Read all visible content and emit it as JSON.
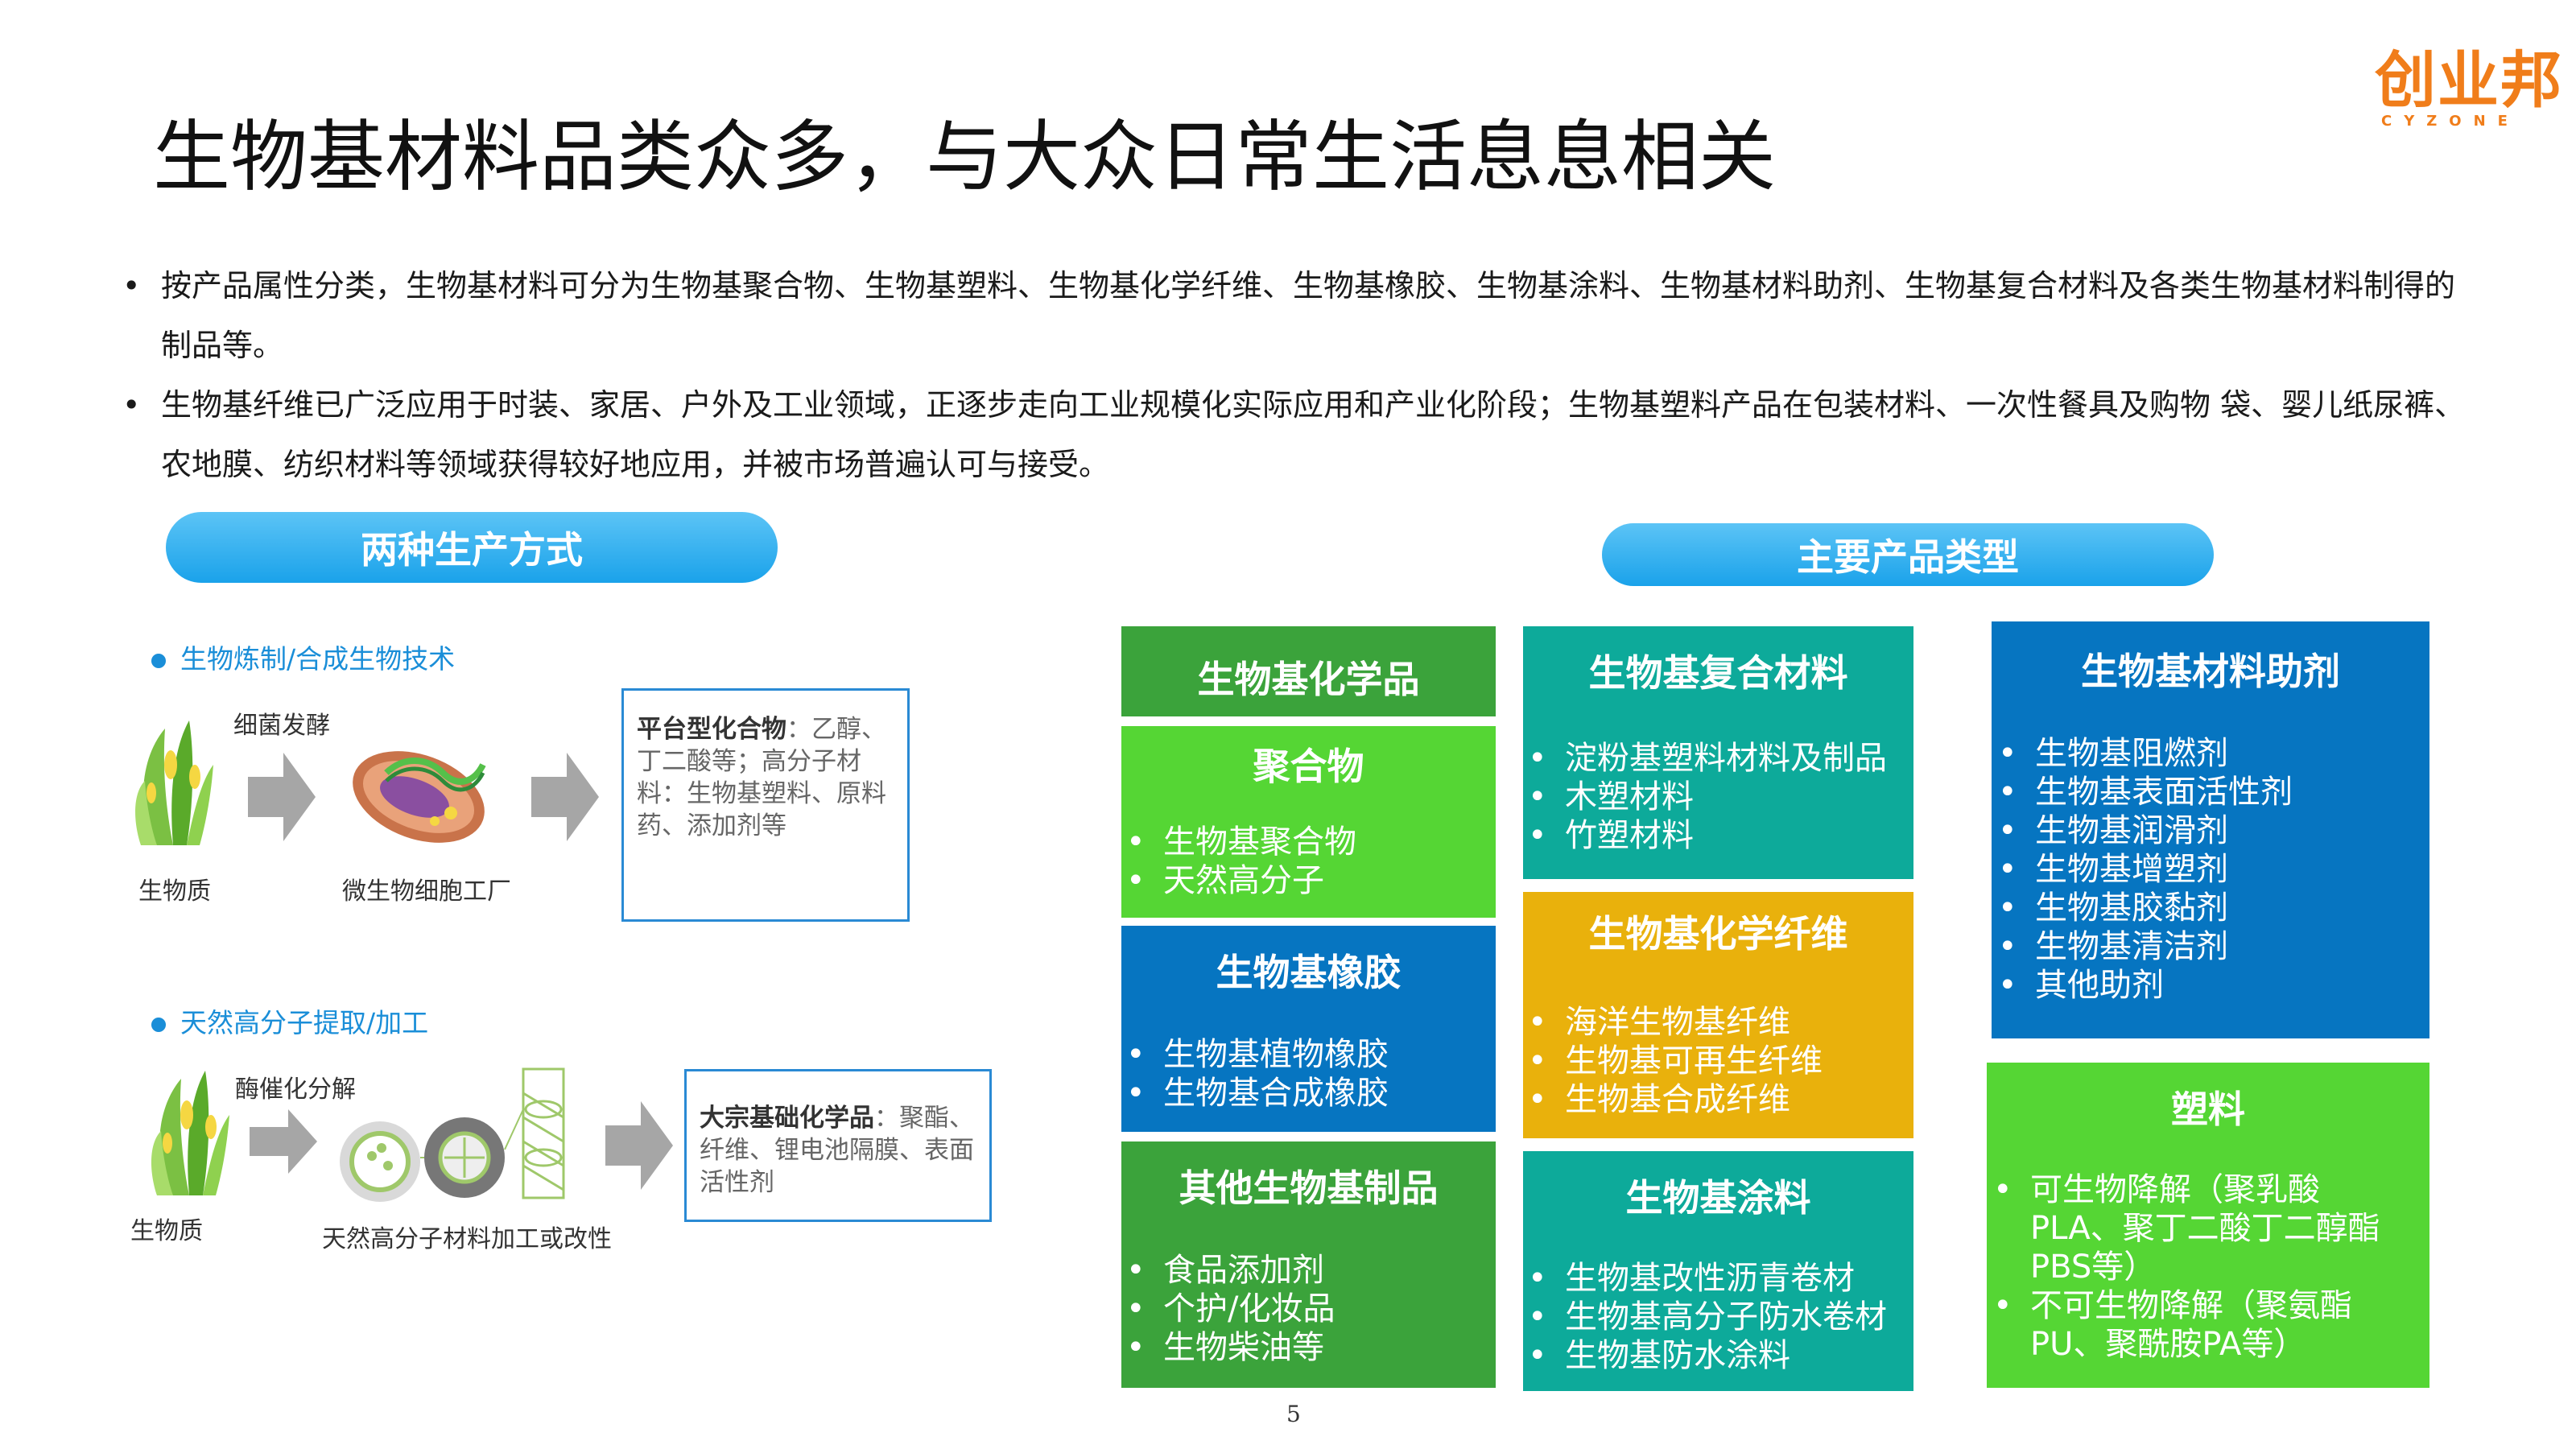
{
  "brand": {
    "logo_text": "创业邦",
    "logo_sub": "CYZONE",
    "color": "#f07d1a"
  },
  "title": "生物基材料品类众多，与大众日常生活息息相关",
  "bullets": [
    {
      "dot": "•",
      "text": "按产品属性分类，生物基材料可分为生物基聚合物、生物基塑料、生物基化学纤维、生物基橡胶、生物基涂料、生物基材料助剂、生物基复合材料及各类生物基材料制得的制品等。"
    },
    {
      "dot": "•",
      "text": "生物基纤维已广泛应用于时装、家居、户外及工业领域，正逐步走向工业规模化实际应用和产业化阶段；生物基塑料产品在包装材料、一次性餐具及购物 袋、婴儿纸尿裤、农地膜、纺织材料等领域获得较好地应用，并被市场普遍认可与接受。"
    }
  ],
  "left_panel": {
    "header": "两种生产方式",
    "method1": {
      "title": "生物炼制/合成生物技术",
      "step_label": "细菌发酵",
      "source_label": "生物质",
      "mid_label": "微生物细胞工厂",
      "box_title": "平台型化合物",
      "box_title_sep": "：",
      "box_text": "乙醇、丁二酸等；高分子材料：生物基塑料、原料药、添加剂等"
    },
    "method2": {
      "title": "天然高分子提取/加工",
      "step_label": "酶催化分解",
      "source_label": "生物质",
      "mid_label": "天然高分子材料加工或改性",
      "box_title": "大宗基础化学品",
      "box_title_sep": "：",
      "box_text": "聚酯、纤维、锂电池隔膜、表面活性剂"
    }
  },
  "right_panel": {
    "header": "主要产品类型",
    "cards": {
      "chem": {
        "title": "生物基化学品"
      },
      "polymer": {
        "title": "聚合物",
        "items": [
          "生物基聚合物",
          "天然高分子"
        ]
      },
      "rubber": {
        "title": "生物基橡胶",
        "items": [
          "生物基植物橡胶",
          "生物基合成橡胶"
        ]
      },
      "other": {
        "title": "其他生物基制品",
        "items": [
          "食品添加剂",
          "个护/化妆品",
          "生物柴油等"
        ]
      },
      "composite": {
        "title": "生物基复合材料",
        "items": [
          "淀粉基塑料材料及制品",
          "木塑材料",
          "竹塑材料"
        ]
      },
      "fiber": {
        "title": "生物基化学纤维",
        "items": [
          "海洋生物基纤维",
          "生物基可再生纤维",
          "生物基合成纤维"
        ]
      },
      "coating": {
        "title": "生物基涂料",
        "items": [
          "生物基改性沥青卷材",
          "生物基高分子防水卷材",
          "生物基防水涂料"
        ]
      },
      "additive": {
        "title": "生物基材料助剂",
        "items": [
          "生物基阻燃剂",
          "生物基表面活性剂",
          "生物基润滑剂",
          "生物基增塑剂",
          "生物基胶黏剂",
          "生物基清洁剂",
          "其他助剂"
        ]
      },
      "plastic": {
        "title": "塑料",
        "items": [
          "可生物降解（聚乳酸 PLA、聚丁二酸丁二醇酯 PBS等）",
          "不可生物降解（聚氨酯PU、聚酰胺PA等）"
        ]
      }
    },
    "bullet_glyph": "•"
  },
  "page_number": "5",
  "colors": {
    "dark_green": "#3ba33b",
    "light_green": "#55d634",
    "blue": "#0675c1",
    "teal": "#0daa9a",
    "yellow": "#e9b10c",
    "pill": "#1aa2ea"
  },
  "icons": [
    "plant-icon",
    "gray-arrow-icon",
    "bacteria-icon",
    "fiber-structure-icon"
  ]
}
